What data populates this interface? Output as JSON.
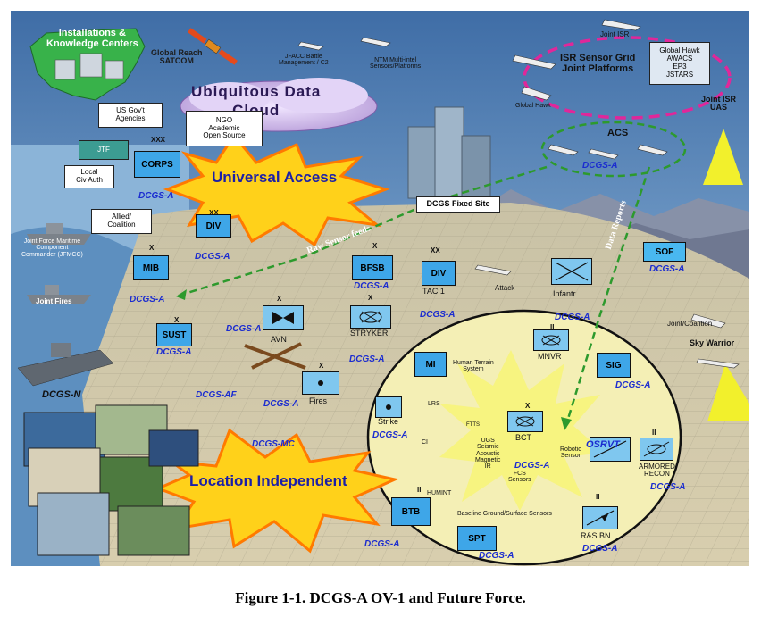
{
  "caption": "Figure 1-1.  DCGS-A OV-1 and Future Force.",
  "top": {
    "installations": "Installations &\nKnowledge Centers",
    "satcom": "Global Reach\nSATCOM",
    "jfacc": "JFACC Battle\nManagement / C2",
    "ntm": "NTM Multi-intel\nSensors/Platforms",
    "cloud": "Ubiquitous Data\nCloud",
    "joint_isr_top": "Joint ISR",
    "isr_grid": "ISR Sensor Grid\nJoint Platforms",
    "global_hawk_box": "Global Hawk\nAWACS\nEP3\nJSTARS",
    "global_hawk": "Global Hawk",
    "joint_isr_uas": "Joint ISR\nUAS",
    "acs": "ACS"
  },
  "boxes": {
    "us_govt": "US Gov't\nAgencies",
    "ngo": "NGO\nAcademic\nOpen Source",
    "jtf": "JTF",
    "local_civ": "Local\nCiv Auth",
    "allied": "Allied/\nCoalition",
    "dcgs_fixed": "DCGS Fixed Site"
  },
  "banners": {
    "universal": "Universal Access",
    "location": "Location Independent"
  },
  "arrows": {
    "raw_feeds": "Raw Sensor feeds",
    "data_reports": "Data Reports"
  },
  "units": {
    "corps": "CORPS",
    "div1": "DIV",
    "mib": "MIB",
    "bfsb": "BFSB",
    "div2": "DIV",
    "sust": "SUST",
    "mi": "MI",
    "sig": "SIG",
    "sof": "SOF",
    "btb": "BTB",
    "spt": "SPT"
  },
  "echelons": {
    "xxx": "XXX",
    "xx": "XX",
    "x": "X",
    "ii": "II",
    "xx2": "XX"
  },
  "dcgs": {
    "a": "DCGS-A",
    "af": "DCGS-AF",
    "mc": "DCGS-MC",
    "n": "DCGS-N"
  },
  "labels": {
    "tac1": "TAC 1",
    "attack": "Attack",
    "infantr": "Infantr",
    "avn": "AVN",
    "stryker": "STRYKER",
    "fires": "Fires",
    "strike": "Strike",
    "human_terrain": "Human Terrain\nSystem",
    "mnvr": "MNVR",
    "lrs": "LRS",
    "ci": "CI",
    "ftts": "FTTS",
    "ugs": "UGS\nSeismic\nAcoustic\nMagnetic\nIR",
    "bct": "BCT",
    "robotic": "Robotic\nSensor",
    "fcs": "FCS\nSensors",
    "humint": "HUMINT",
    "baseline": "Baseline Ground/Surface Sensors",
    "rs_bn": "R&S BN",
    "osrvt": "OSRVT",
    "armored": "ARMORED\nRECON",
    "joint_coalition": "Joint/Coalition",
    "sky_warrior": "Sky Warrior",
    "jfmcc": "Joint Force Maritime\nComponent\nCommander (JFMCC)",
    "joint_fires": "Joint Fires"
  },
  "colors": {
    "unit_blue": "#3ea6e8",
    "dcgs_blue": "#1a2bd0",
    "sof_blue": "#49b8f0",
    "banner_yellow": "#ffd11a",
    "banner_orange": "#ff7a00",
    "grid_dashes": "#2d9a2d",
    "isr_dashes": "#e0279a",
    "circle_fill": "#f4efb5"
  }
}
